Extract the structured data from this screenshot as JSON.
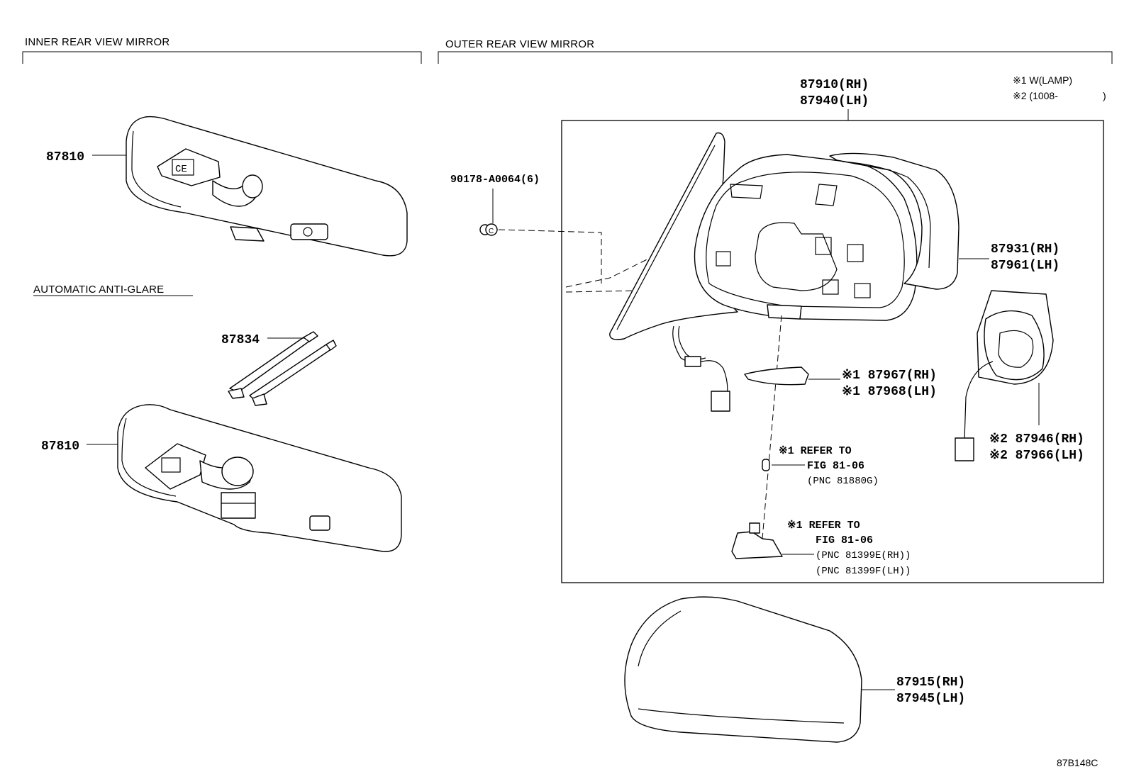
{
  "sections": {
    "inner": "INNER REAR VIEW MIRROR",
    "outer": "OUTER REAR VIEW MIRROR",
    "auto_anti_glare": "AUTOMATIC ANTI-GLARE"
  },
  "notes": {
    "n1": "※1 W(LAMP)",
    "n2": "※2 (1008-",
    "n2_close": ")"
  },
  "parts": {
    "assy_rh": "87910(RH)",
    "assy_lh": "87940(LH)",
    "inner_mirror": "87810",
    "inner_mirror_auto": "87810",
    "clip": "87834",
    "screw": "90178-A0064(6)",
    "glass_rh": "87931(RH)",
    "glass_lh": "87961(LH)",
    "lamp_rh": "※1 87967(RH)",
    "lamp_lh": "※1 87968(LH)",
    "motor_rh": "※2 87946(RH)",
    "motor_lh": "※2 87966(LH)",
    "cover_rh": "87915(RH)",
    "cover_lh": "87945(LH)"
  },
  "refs": {
    "ref1_title": "※1 REFER TO",
    "ref1_fig": "FIG 81-06",
    "ref1_pnc": "(PNC 81880G)",
    "ref2_title": "※1 REFER TO",
    "ref2_fig": "FIG 81-06",
    "ref2_pnc_rh": "(PNC 81399E(RH))",
    "ref2_pnc_lh": "(PNC 81399F(LH))"
  },
  "figure_code": "87B148C"
}
